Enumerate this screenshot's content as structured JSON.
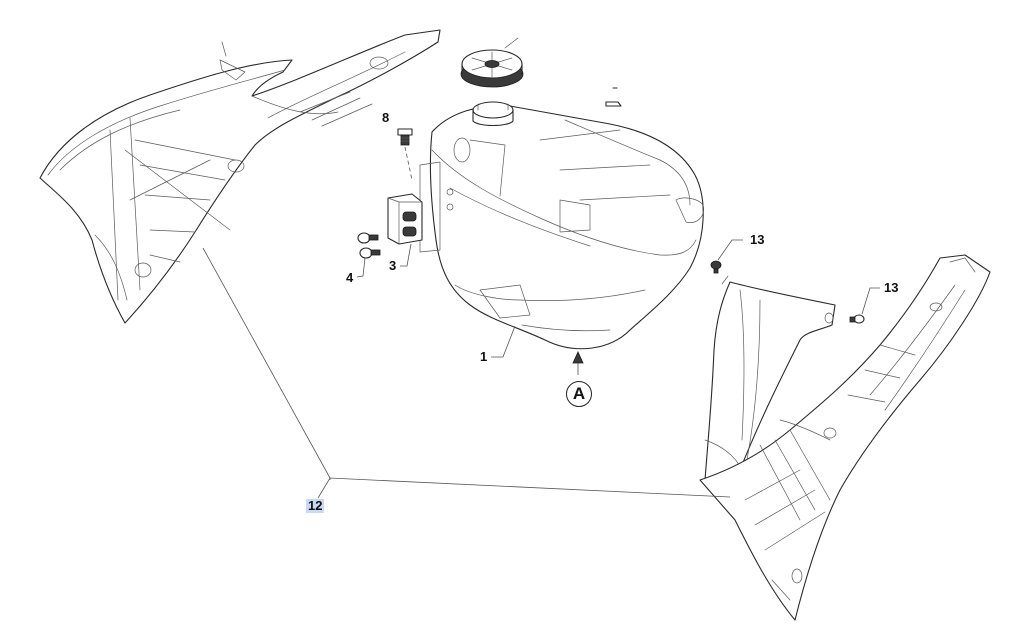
{
  "callouts": {
    "fuel_tank": "1",
    "bracket": "3",
    "bracket_screw": "4",
    "tank_fastener": "8",
    "shroud_screw_upper": "13",
    "shroud_screw_lower": "13",
    "side_shroud_set": "12"
  },
  "view_marker": "A",
  "colors": {
    "line": "#2a2a2a",
    "highlight": "#c9daf1"
  }
}
